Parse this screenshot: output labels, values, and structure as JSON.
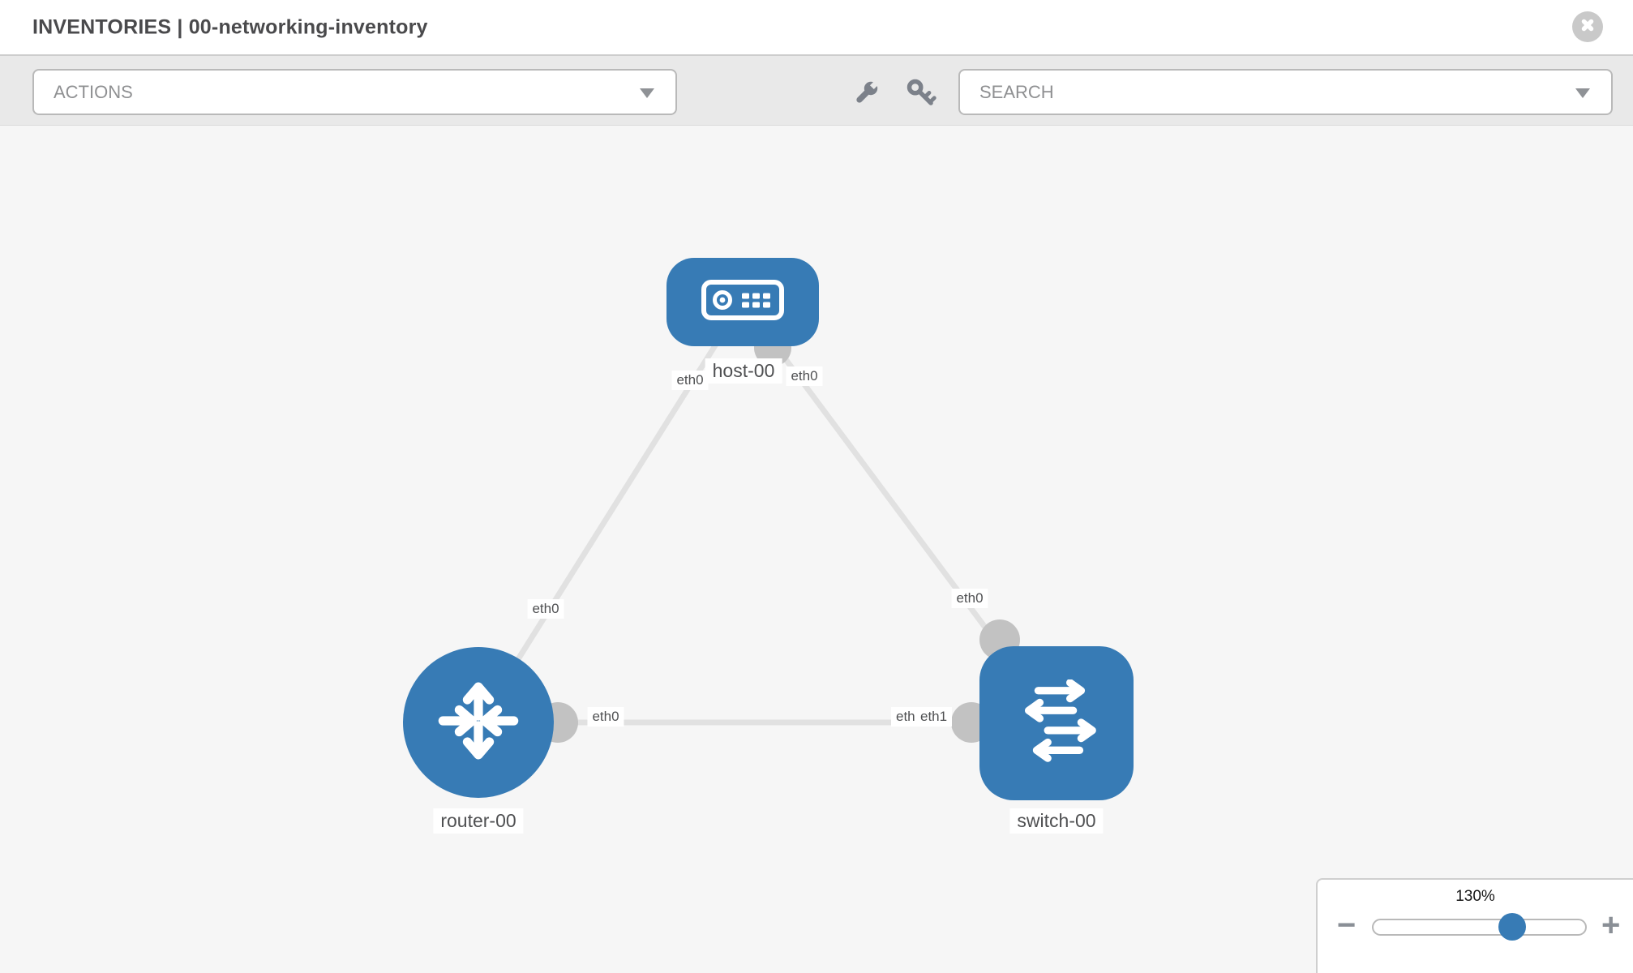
{
  "header": {
    "title": "INVENTORIES | 00-networking-inventory"
  },
  "toolbar": {
    "actions_value": "ACTIONS",
    "search_value": "SEARCH",
    "icons": [
      "wrench-icon",
      "key-icon"
    ]
  },
  "topology": {
    "nodes": [
      {
        "label": "host-00",
        "type": "host"
      },
      {
        "label": "router-00",
        "type": "router"
      },
      {
        "label": "switch-00",
        "type": "switch"
      }
    ],
    "links": [
      {
        "from": "host-00",
        "from_if": "eth0",
        "to": "router-00",
        "to_if": "eth0"
      },
      {
        "from": "host-00",
        "from_if": "eth0",
        "to": "switch-00",
        "to_if": "eth0"
      },
      {
        "from": "router-00",
        "from_if": "eth0",
        "to": "switch-00",
        "to_if": "eth1"
      }
    ],
    "overlapped_label": "eth0"
  },
  "zoom": {
    "value": "130%",
    "minus": "−",
    "plus": "+"
  },
  "colors": {
    "node_blue": "#377bb5",
    "link_gray": "#e1e1e1",
    "connector_gray": "#c2c2c2",
    "toolbar_bg": "#e9e9e9",
    "canvas_bg": "#f6f6f6"
  }
}
